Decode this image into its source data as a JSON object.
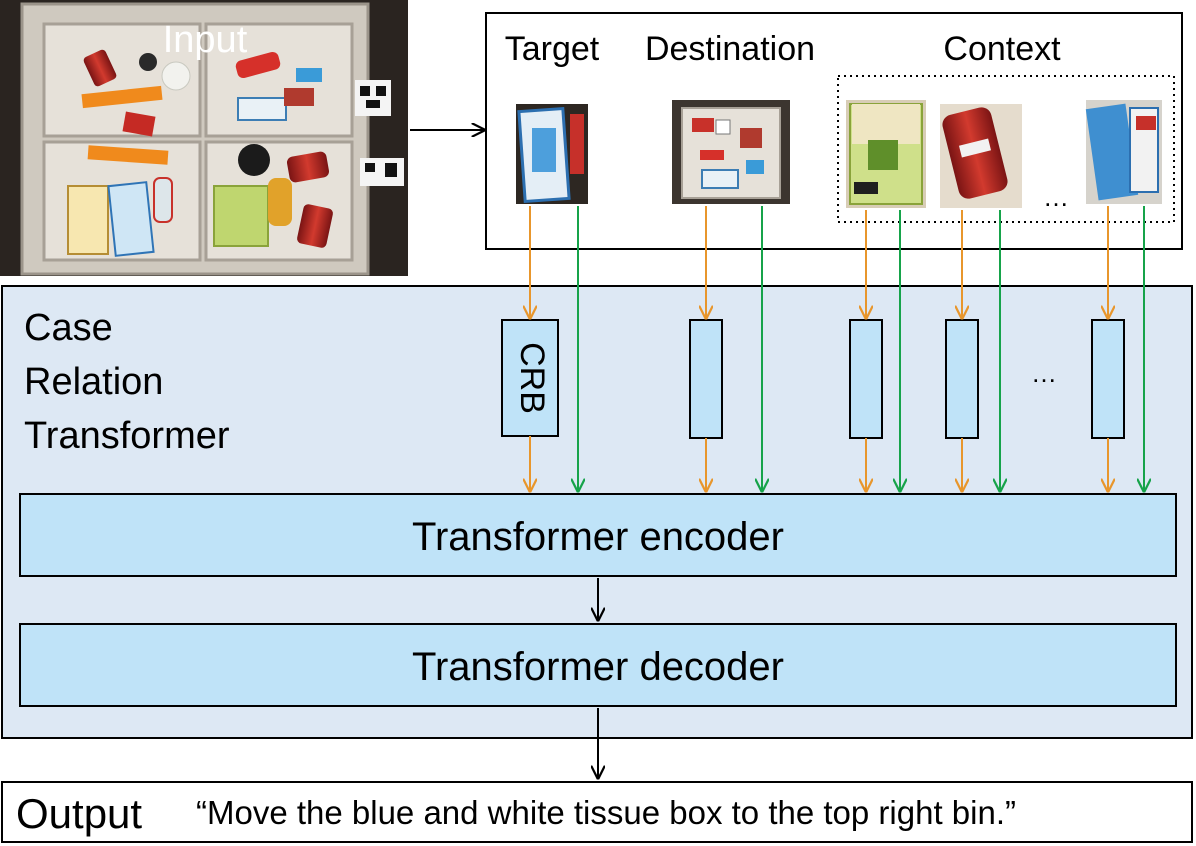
{
  "input": {
    "label": "Input"
  },
  "panel": {
    "headers": {
      "target": "Target",
      "destination": "Destination",
      "context": "Context"
    },
    "context_ellipsis": "…"
  },
  "crt": {
    "title_line1": "Case",
    "title_line2": "Relation",
    "title_line3": "Transformer",
    "crb_label": "CRB",
    "blocks_ellipsis": "…",
    "encoder_label": "Transformer encoder",
    "decoder_label": "Transformer decoder"
  },
  "output": {
    "label": "Output",
    "text": "“Move the blue and white tissue box to the top right bin.”"
  },
  "colors": {
    "crt_bg": "#dde8f4",
    "block_fill": "#bfe3f8",
    "orange_arrow": "#e8962c",
    "green_arrow": "#16a34a"
  }
}
